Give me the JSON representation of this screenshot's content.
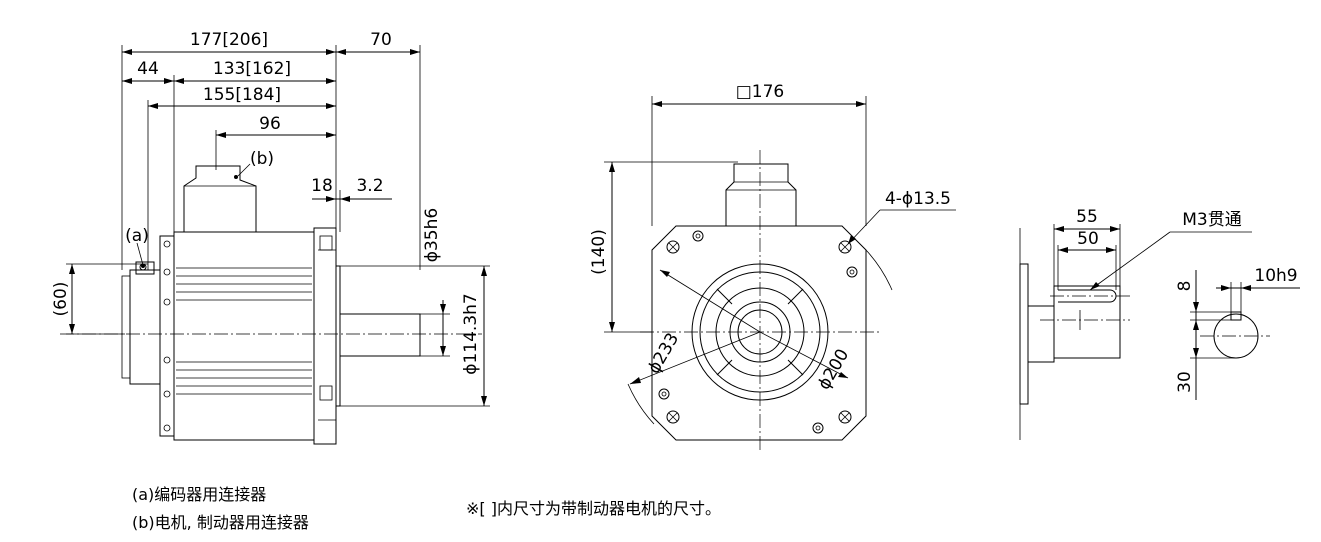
{
  "side_view": {
    "labels": {
      "total_length": "177[206]",
      "shaft_length": "70",
      "rear_offset": "44",
      "body_length": "133[162]",
      "connector_length": "155[184]",
      "connector_offset": "96",
      "flange_18": "18",
      "flange_3_2": "3.2",
      "dim_60": "(60)",
      "shaft_dia": "ϕ35h6",
      "pilot_dia": "ϕ114.3h7",
      "callout_a": "(a)",
      "callout_b": "(b)"
    }
  },
  "front_view": {
    "labels": {
      "square": "□176",
      "dim_140": "(140)",
      "holes": "4-ϕ13.5",
      "pcd_233": "ϕ233",
      "pcd_200": "ϕ200"
    }
  },
  "shaft_view": {
    "labels": {
      "len_55": "55",
      "len_50": "50",
      "thread": "M3贯通",
      "key_width": "10h9",
      "key_8": "8",
      "key_30": "30"
    }
  },
  "notes": {
    "a": "(a)编码器用连接器",
    "b": "(b)电机, 制动器用连接器",
    "bracket": "※[ ]内尺寸为带制动器电机的尺寸。"
  }
}
